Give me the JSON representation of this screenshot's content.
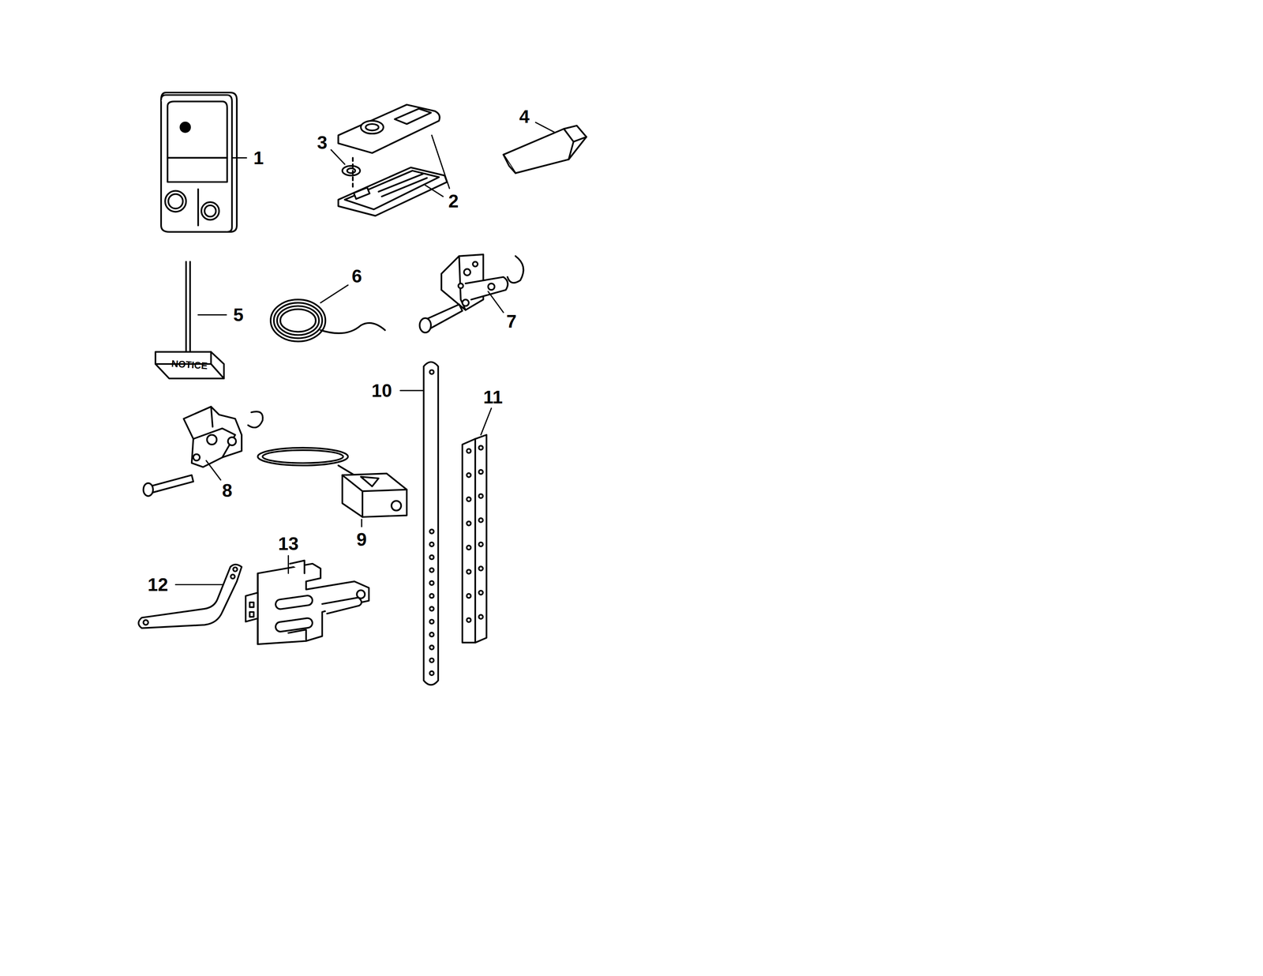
{
  "diagram": {
    "labels": [
      "1",
      "2",
      "3",
      "4",
      "5",
      "6",
      "7",
      "8",
      "9",
      "10",
      "11",
      "12",
      "13",
      "NOTICE"
    ]
  }
}
